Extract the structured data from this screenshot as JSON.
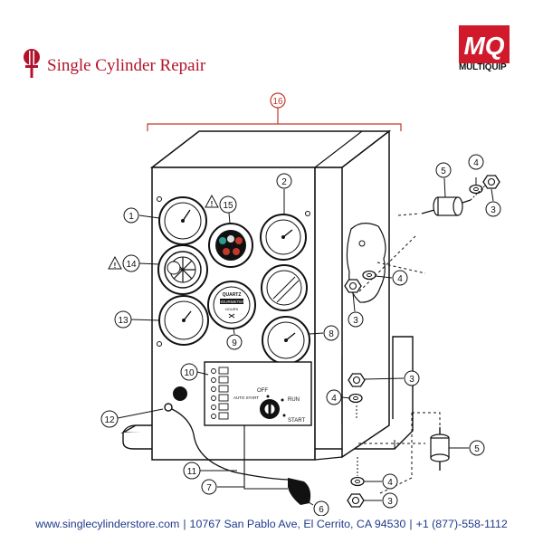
{
  "brand": {
    "name": "Single Cylinder Repair"
  },
  "manufacturer": {
    "logo_text": "MQ",
    "name": "MULTIQUIP"
  },
  "diagram": {
    "group_callout": "16",
    "callouts": [
      "1",
      "2",
      "3",
      "4",
      "5",
      "6",
      "7",
      "8",
      "9",
      "10",
      "11",
      "12",
      "13",
      "14",
      "15"
    ],
    "panel_labels": {
      "off": "OFF",
      "run": "RUN",
      "start": "START",
      "auto_start": "AUTO START"
    },
    "gauge_labels": {
      "quartz": "QUARTZ",
      "hourmeter": "HOURMETER",
      "hours": "HOURS"
    }
  },
  "footer": {
    "website": "www.singlecylinderstore.com",
    "address": "10767 San Pablo Ave, El Cerrito, CA 94530",
    "phone": "+1 (877)-558-1112"
  },
  "colors": {
    "brand_red": "#b3122a",
    "callout_red": "#c0392b",
    "footer_blue": "#1e3a8a"
  }
}
